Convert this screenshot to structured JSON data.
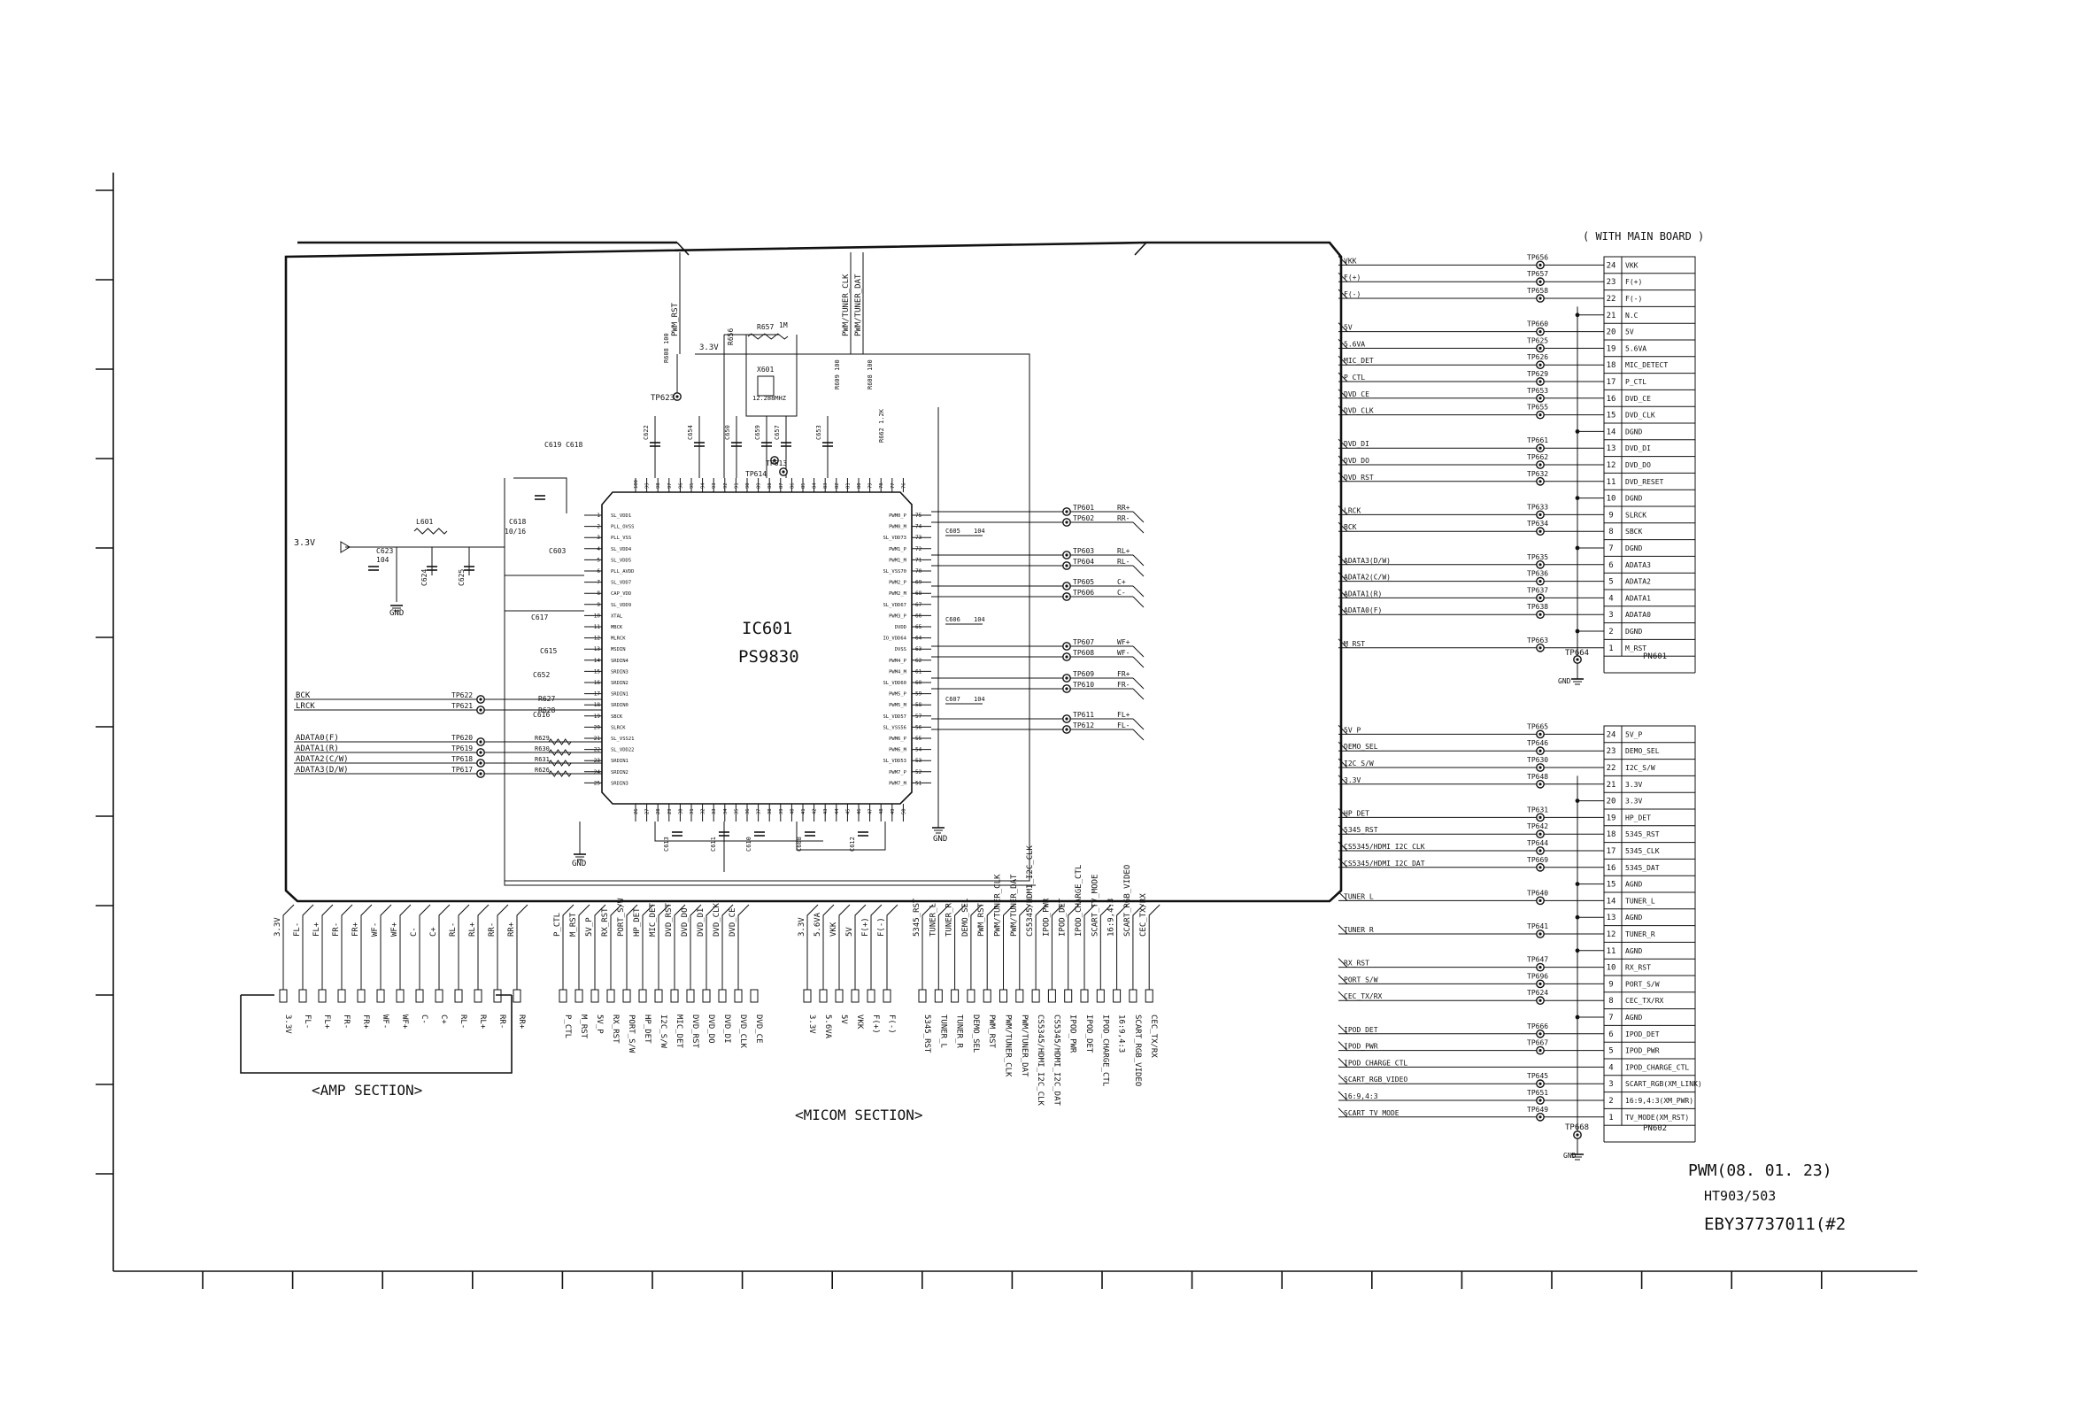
{
  "ic": {
    "ref": "IC601",
    "part": "PS9830"
  },
  "header_with_main": "( WITH MAIN BOARD )",
  "sections": {
    "amp": "<AMP SECTION>",
    "micom": "<MICOM SECTION>"
  },
  "footer": {
    "rev": "PWM(08. 01. 23)",
    "model": "HT903/503",
    "doc": "EBY37737011(#2"
  },
  "power_in": "3.3V",
  "gnd": "GND",
  "top_signals": [
    "PWM_RST",
    "PWM/TUNER_CLK",
    "PWM/TUNER_DAT"
  ],
  "left_inputs": [
    {
      "net": "BCK",
      "tp": "TP622"
    },
    {
      "net": "LRCK",
      "tp": "TP621"
    },
    {
      "net": "ADATA0(F)",
      "tp": "TP620",
      "r": "R629"
    },
    {
      "net": "ADATA1(R)",
      "tp": "TP619",
      "r": "R630"
    },
    {
      "net": "ADATA2(C/W)",
      "tp": "TP618",
      "r": "R631"
    },
    {
      "net": "ADATA3(D/W)",
      "tp": "TP617",
      "r": "R626"
    }
  ],
  "right_outputs": [
    {
      "tp": "TP601",
      "net": "RR+"
    },
    {
      "tp": "TP602",
      "net": "RR-"
    },
    {
      "tp": "TP603",
      "net": "RL+"
    },
    {
      "tp": "TP604",
      "net": "RL-"
    },
    {
      "tp": "TP605",
      "net": "C+"
    },
    {
      "tp": "TP606",
      "net": "C-"
    },
    {
      "tp": "TP607",
      "net": "WF+"
    },
    {
      "tp": "TP608",
      "net": "WF-"
    },
    {
      "tp": "TP609",
      "net": "FR+"
    },
    {
      "tp": "TP610",
      "net": "FR-"
    },
    {
      "tp": "TP611",
      "net": "FL+"
    },
    {
      "tp": "TP612",
      "net": "FL-"
    }
  ],
  "components": [
    "L601",
    "C623",
    "C624",
    "C625",
    "C618",
    "C615",
    "C616",
    "C652",
    "C605",
    "C606",
    "C607",
    "C610",
    "C611",
    "C613",
    "C617",
    "X601",
    "R657",
    "R656",
    "R608",
    "R609",
    "R662",
    "R627",
    "R628",
    "TP623",
    "TP613",
    "TP614",
    "C659",
    "C608",
    "C609",
    "C612"
  ],
  "ic_pins_left": [
    "1 SL_VDD1",
    "2 PLL_OVSS",
    "3 PLL_VSS",
    "4 SL_VDD4",
    "5 SL_VDD5",
    "6 PLL_AVDD",
    "7 SL_VDD7",
    "8 CAP_VDD",
    "9 SL_VDD9",
    "10 XTAL",
    "11 MBCK",
    "12 MLRCK",
    "13 MSDIN",
    "14 SRDIN4",
    "15 SRDIN3",
    "16 SRDIN2",
    "17 SRDIN1",
    "18 SRDIN0",
    "19 SBCK",
    "20 SLRCK",
    "21 SL_VSS21",
    "22 SL_VDD22",
    "23 SRDIN1",
    "24 SRDIN2",
    "25 SRDIN3"
  ],
  "ic_pins_right": [
    "75 PWM0_P",
    "74 PWM0_M",
    "73 SL_VDD73",
    "72 PWM1_P",
    "71 PWM1_M",
    "70 SL_VSS70",
    "69 PWM2_P",
    "68 PWM2_M",
    "67 SL_VDD67",
    "66 PWM3_P",
    "65 DVDD",
    "64 IO_VDD64",
    "63 DVSS",
    "62 PWM4_P",
    "61 PWM4_M",
    "60 SL_VDD60",
    "59 PWM5_P",
    "58 PWM5_M",
    "57 SL_VDD57",
    "56 SL_VSS56",
    "55 PWM6_P",
    "54 PWM6_M",
    "53 SL_VDD53",
    "52 PWM7_P",
    "51 PWM7_M"
  ],
  "amp_connector": {
    "top_labels": [
      "3.3V",
      "FL-",
      "FL+",
      "FR-",
      "FR+",
      "WF-",
      "WF+",
      "C-",
      "C+",
      "RL-",
      "RL+",
      "RR-",
      "RR+"
    ],
    "bottom_labels": [
      "3.3V",
      "FL-",
      "FL+",
      "FR-",
      "FR+",
      "WF-",
      "WF+",
      "C-",
      "C+",
      "RL-",
      "RL+",
      "RR-",
      "RR+"
    ]
  },
  "micom_connector": {
    "group1_top": [
      "P_CTL",
      "M_RST",
      "5V_P",
      "RX_RST",
      "PORT_S/W",
      "HP_DET",
      "MIC_DET",
      "DVD_RST",
      "DVD_DO",
      "DVD_DI",
      "DVD_CLK",
      "DVD_CE"
    ],
    "group1_bottom": [
      "P_CTL",
      "M_RST",
      "5V_P",
      "RX_RST",
      "PORT_S/W",
      "HP_DET",
      "I2C_S/W",
      "MIC_DET",
      "DVD_RST",
      "DVD_DO",
      "DVD_DI",
      "DVD_CLK",
      "DVD_CE"
    ],
    "group2_top": [
      "3.3V",
      "5.6VA",
      "VKK",
      "5V",
      "F(+)",
      "F(-)"
    ],
    "group2_bottom": [
      "3.3V",
      "5.6VA",
      "5V",
      "VKK",
      "F(+)",
      "F(-)"
    ],
    "group3_top": [
      "5345_RST",
      "TUNER_L",
      "TUNER_R",
      "DEMO_SEL",
      "PWM_RST",
      "PWM/TUNER_CLK",
      "PWM/TUNER_DAT",
      "CS5345/HDMI_I2C_CLK",
      "IPOD_PWR",
      "IPOD_DET",
      "IPOD_CHARGE_CTL",
      "SCART_TV_MODE",
      "16:9,4:3",
      "SCART_RGB_VIDEO",
      "CEC_TX/RX"
    ],
    "group3_bottom": [
      "5345_RST",
      "TUNER_L",
      "TUNER_R",
      "DEMO_SEL",
      "PWM_RST",
      "PWM/TUNER_CLK",
      "PWM/TUNER_DAT",
      "CS5345/HDMI_I2C_CLK",
      "CS5345/HDMI_I2C_DAT",
      "IPOD_PWR",
      "IPOD_DET",
      "IPOD_CHARGE_CTL",
      "16:9,4:3",
      "SCART_RGB_VIDEO",
      "CEC_TX/RX"
    ]
  },
  "pn601": {
    "ref": "PN601",
    "pins": [
      {
        "n": "24",
        "name": "VKK",
        "net": "VKK",
        "tp": "TP656"
      },
      {
        "n": "23",
        "name": "F(+)",
        "net": "F(+)",
        "tp": "TP657"
      },
      {
        "n": "22",
        "name": "F(-)",
        "net": "F(-)",
        "tp": "TP658"
      },
      {
        "n": "21",
        "name": "N.C",
        "net": "",
        "tp": ""
      },
      {
        "n": "20",
        "name": "5V",
        "net": "5V",
        "tp": "TP660"
      },
      {
        "n": "19",
        "name": "5.6VA",
        "net": "5.6VA",
        "tp": "TP625"
      },
      {
        "n": "18",
        "name": "MIC_DETECT",
        "net": "MIC_DET",
        "tp": "TP626"
      },
      {
        "n": "17",
        "name": "P_CTL",
        "net": "P_CTL",
        "tp": "TP629"
      },
      {
        "n": "16",
        "name": "DVD_CE",
        "net": "DVD_CE",
        "tp": "TP653"
      },
      {
        "n": "15",
        "name": "DVD_CLK",
        "net": "DVD_CLK",
        "tp": "TP655"
      },
      {
        "n": "14",
        "name": "DGND",
        "net": "",
        "tp": ""
      },
      {
        "n": "13",
        "name": "DVD_DI",
        "net": "DVD_DI",
        "tp": "TP661"
      },
      {
        "n": "12",
        "name": "DVD_DO",
        "net": "DVD_DO",
        "tp": "TP662"
      },
      {
        "n": "11",
        "name": "DVD_RESET",
        "net": "DVD_RST",
        "tp": "TP632"
      },
      {
        "n": "10",
        "name": "DGND",
        "net": "",
        "tp": ""
      },
      {
        "n": "9",
        "name": "SLRCK",
        "net": "LRCK",
        "tp": "TP633"
      },
      {
        "n": "8",
        "name": "SBCK",
        "net": "BCK",
        "tp": "TP634"
      },
      {
        "n": "7",
        "name": "DGND",
        "net": "",
        "tp": ""
      },
      {
        "n": "6",
        "name": "ADATA3",
        "net": "ADATA3(D/W)",
        "tp": "TP635"
      },
      {
        "n": "5",
        "name": "ADATA2",
        "net": "ADATA2(C/W)",
        "tp": "TP636"
      },
      {
        "n": "4",
        "name": "ADATA1",
        "net": "ADATA1(R)",
        "tp": "TP637"
      },
      {
        "n": "3",
        "name": "ADATA0",
        "net": "ADATA0(F)",
        "tp": "TP638"
      },
      {
        "n": "2",
        "name": "DGND",
        "net": "",
        "tp": ""
      },
      {
        "n": "1",
        "name": "M_RST",
        "net": "M_RST",
        "tp": "TP663"
      }
    ],
    "gnd_tp": "TP664"
  },
  "pn602": {
    "ref": "PN602",
    "pins": [
      {
        "n": "24",
        "name": "5V_P",
        "net": "5V_P",
        "tp": "TP665"
      },
      {
        "n": "23",
        "name": "DEMO_SEL",
        "net": "DEMO_SEL",
        "tp": "TP646"
      },
      {
        "n": "22",
        "name": "I2C_S/W",
        "net": "I2C_S/W",
        "tp": "TP630"
      },
      {
        "n": "21",
        "name": "3.3V",
        "net": "3.3V",
        "tp": "TP648"
      },
      {
        "n": "20",
        "name": "3.3V",
        "net": "",
        "tp": ""
      },
      {
        "n": "19",
        "name": "HP_DET",
        "net": "HP_DET",
        "tp": "TP631"
      },
      {
        "n": "18",
        "name": "5345_RST",
        "net": "5345_RST",
        "tp": "TP642"
      },
      {
        "n": "17",
        "name": "5345_CLK",
        "net": "CS5345/HDMI_I2C_CLK",
        "tp": "TP644"
      },
      {
        "n": "16",
        "name": "5345_DAT",
        "net": "CS5345/HDMI_I2C_DAT",
        "tp": "TP669"
      },
      {
        "n": "15",
        "name": "AGND",
        "net": "",
        "tp": ""
      },
      {
        "n": "14",
        "name": "TUNER_L",
        "net": "TUNER_L",
        "tp": "TP640"
      },
      {
        "n": "13",
        "name": "AGND",
        "net": "",
        "tp": ""
      },
      {
        "n": "12",
        "name": "TUNER_R",
        "net": "TUNER_R",
        "tp": "TP641"
      },
      {
        "n": "11",
        "name": "AGND",
        "net": "",
        "tp": ""
      },
      {
        "n": "10",
        "name": "RX_RST",
        "net": "RX_RST",
        "tp": "TP647"
      },
      {
        "n": "9",
        "name": "PORT_S/W",
        "net": "PORT_S/W",
        "tp": "TP696"
      },
      {
        "n": "8",
        "name": "CEC_TX/RX",
        "net": "CEC_TX/RX",
        "tp": "TP624"
      },
      {
        "n": "7",
        "name": "AGND",
        "net": "",
        "tp": ""
      },
      {
        "n": "6",
        "name": "IPOD_DET",
        "net": "IPOD_DET",
        "tp": "TP666"
      },
      {
        "n": "5",
        "name": "IPOD_PWR",
        "net": "IPOD_PWR",
        "tp": "TP667"
      },
      {
        "n": "4",
        "name": "IPOD_CHARGE_CTL",
        "net": "IPOD_CHARGE_CTL",
        "tp": ""
      },
      {
        "n": "3",
        "name": "SCART_RGB(XM_LINK)",
        "net": "SCART_RGB_VIDEO",
        "tp": "TP645"
      },
      {
        "n": "2",
        "name": "16:9,4:3(XM_PWR)",
        "net": "16:9,4:3",
        "tp": "TP651"
      },
      {
        "n": "1",
        "name": "TV_MODE(XM_RST)",
        "net": "SCART_TV_MODE",
        "tp": "TP649"
      }
    ],
    "gnd_tp": "TP668"
  }
}
